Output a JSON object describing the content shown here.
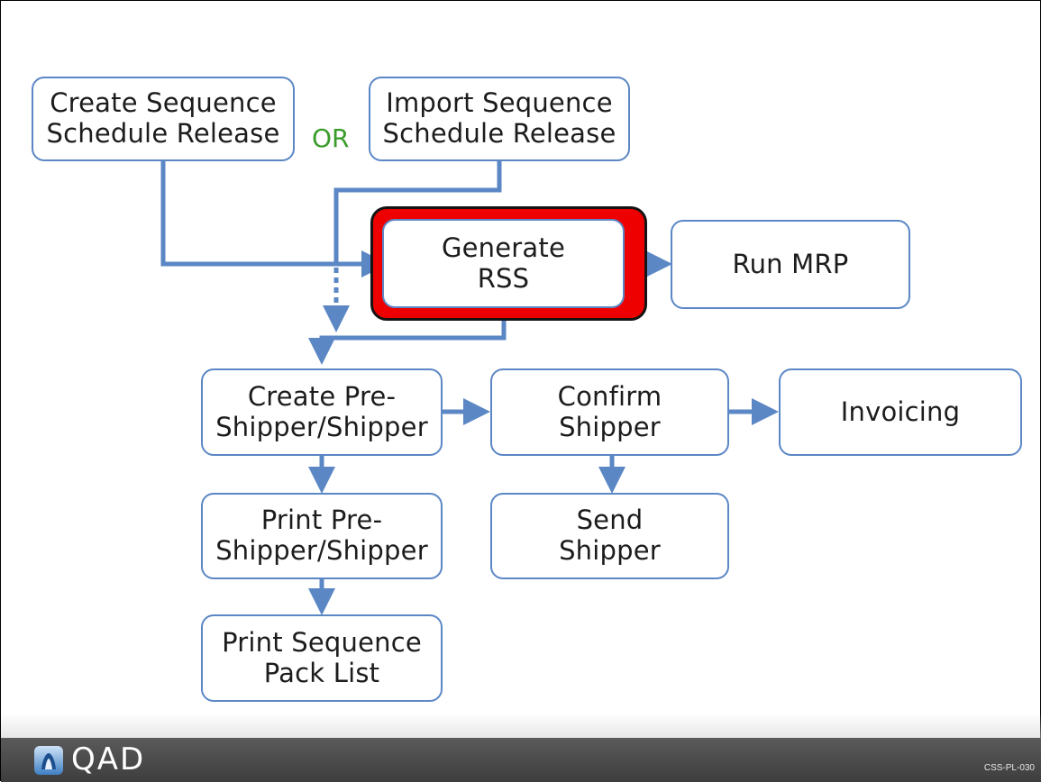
{
  "diagram": {
    "or_label": "OR",
    "nodes": {
      "create_release": "Create Sequence\nSchedule Release",
      "import_release": "Import Sequence\nSchedule Release",
      "generate_rss": "Generate\nRSS",
      "run_mrp": "Run MRP",
      "create_shipper": "Create Pre-\nShipper/Shipper",
      "confirm_shipper": "Confirm\nShipper",
      "invoicing": "Invoicing",
      "print_shipper": "Print Pre-\nShipper/Shipper",
      "send_shipper": "Send\nShipper",
      "print_pack_list": "Print Sequence\nPack List"
    },
    "colors": {
      "node_border": "#5b87c5",
      "connector": "#5b87c5",
      "highlight": "#ee0000",
      "or_text": "#3a9c2a"
    }
  },
  "footer": {
    "brand": "QAD",
    "logo_icon": "qad-logo-icon",
    "slide_code": "CSS-PL-030"
  }
}
